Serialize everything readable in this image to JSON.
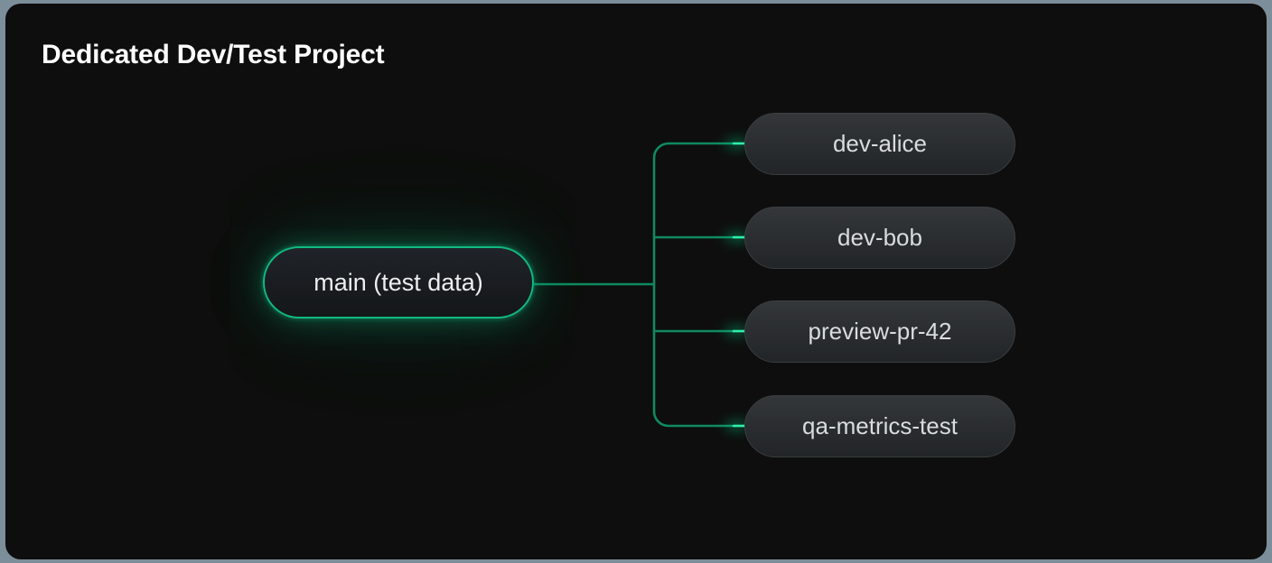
{
  "page": {
    "title": "Dedicated Dev/Test Project",
    "background": "#7d8e9b",
    "card_background": "#0d0e0d"
  },
  "colors": {
    "accent_green": "#12b981",
    "connector_green": "#0f8a60",
    "title_text": "#ffffff",
    "node_text": "#d9dcde",
    "main_node_text": "#eceeef",
    "branch_node_border": "#3a3d40"
  },
  "diagram": {
    "type": "tree",
    "orientation": "left-to-right",
    "root": {
      "label": "main (test data)",
      "style": "highlighted-green-glow"
    },
    "branches": [
      {
        "label": "dev-alice"
      },
      {
        "label": "dev-bob"
      },
      {
        "label": "preview-pr-42"
      },
      {
        "label": "qa-metrics-test"
      }
    ]
  }
}
